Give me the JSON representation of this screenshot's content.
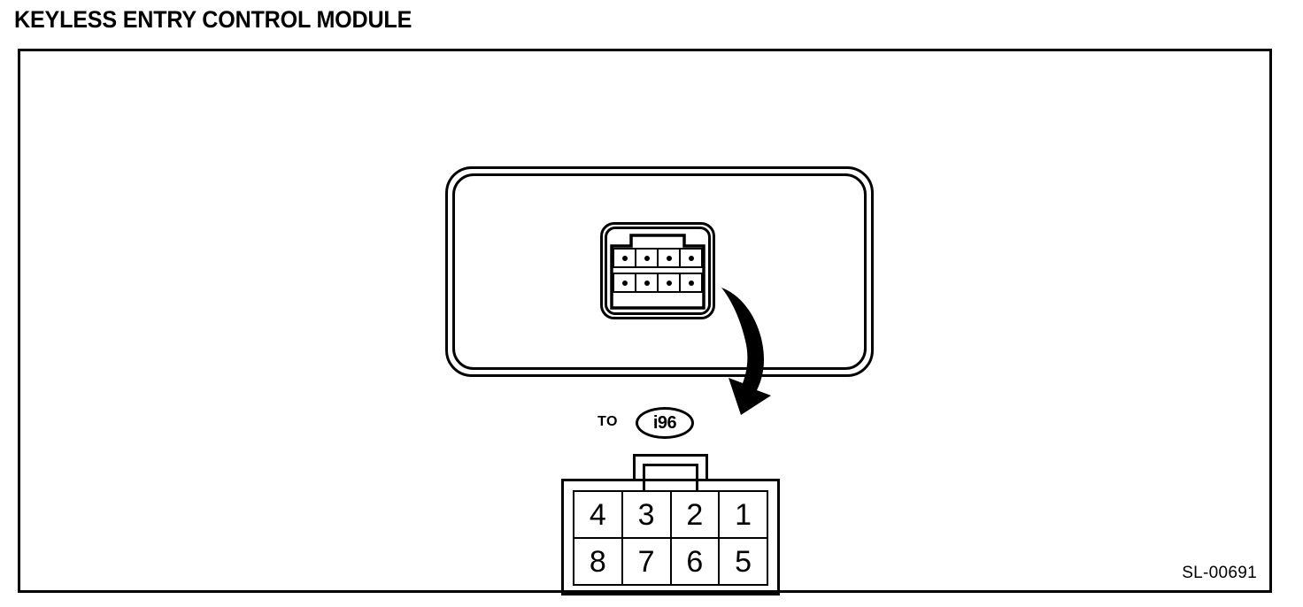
{
  "page": {
    "title": "KEYLESS ENTRY CONTROL MODULE",
    "reference_code": "SL-00691",
    "line_color": "#000000",
    "background_color": "#ffffff"
  },
  "figure": {
    "module": {
      "name": "keyless entry control module housing",
      "style": "double-outline rounded rectangle"
    },
    "socket_connector": {
      "name": "module face socket",
      "rows": [
        {
          "cells": [
            "pin-dot",
            "pin-dot",
            "pin-dot",
            "pin-dot"
          ]
        },
        {
          "cells": [
            "pin-dot",
            "pin-dot",
            "pin-dot",
            "pin-dot"
          ]
        }
      ]
    },
    "callout_arrow": {
      "icon": "curved-arrow-icon",
      "direction": "down-left"
    },
    "to_label": {
      "prefix": "TO",
      "code": "i96"
    },
    "pin_connector": {
      "name": "8-pin connector terminal view",
      "rows": [
        {
          "pins": [
            "4",
            "3",
            "2",
            "1"
          ]
        },
        {
          "pins": [
            "8",
            "7",
            "6",
            "5"
          ]
        }
      ]
    }
  }
}
